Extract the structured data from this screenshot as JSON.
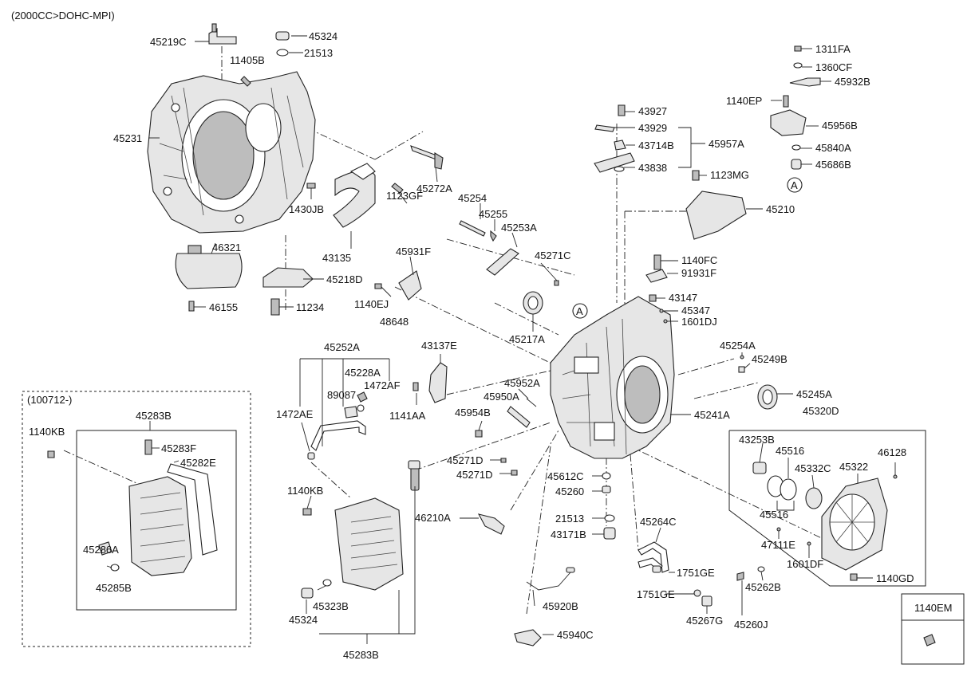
{
  "header": {
    "engine_spec": "(2000CC>DOHC-MPI)"
  },
  "labels": {
    "p45219C": "45219C",
    "p45324a": "45324",
    "p21513a": "21513",
    "p11405B": "11405B",
    "p45231": "45231",
    "p1430JB": "1430JB",
    "p1123GF": "1123GF",
    "p45272A": "45272A",
    "p43135": "43135",
    "p46321": "46321",
    "p45218D": "45218D",
    "p46155": "46155",
    "p11234": "11234",
    "p45254": "45254",
    "p45255": "45255",
    "p45253A": "45253A",
    "p45931F": "45931F",
    "p1140EJ": "1140EJ",
    "p48648": "48648",
    "p45271C": "45271C",
    "p43927": "43927",
    "p43929": "43929",
    "p43714B": "43714B",
    "p43838": "43838",
    "p45957A": "45957A",
    "p1123MG": "1123MG",
    "p45210": "45210",
    "p1311FA": "1311FA",
    "p1360CF": "1360CF",
    "p45932B": "45932B",
    "p1140EP": "1140EP",
    "p45956B": "45956B",
    "p45840A": "45840A",
    "p45686B": "45686B",
    "p1140FC": "1140FC",
    "p91931F": "91931F",
    "p43147": "43147",
    "p45347": "45347",
    "p1601DJ": "1601DJ",
    "p45217A": "45217A",
    "p45254A": "45254A",
    "p45249B": "45249B",
    "p45245A": "45245A",
    "p45241A": "45241A",
    "p45320D": "45320D",
    "p43253B": "43253B",
    "p45516a": "45516",
    "p45332C": "45332C",
    "p45322": "45322",
    "p46128": "46128",
    "p45516b": "45516",
    "p47111E": "47111E",
    "p1601DF": "1601DF",
    "p1140GD": "1140GD",
    "p45262B": "45262B",
    "p45260J": "45260J",
    "p45264C": "45264C",
    "p1751GEa": "1751GE",
    "p1751GEb": "1751GE",
    "p45267G": "45267G",
    "p45612C": "45612C",
    "p45260": "45260",
    "p21513b": "21513",
    "p43171B": "43171B",
    "p45952A": "45952A",
    "p45950A": "45950A",
    "p45954B": "45954B",
    "p45271Da": "45271D",
    "p45271Db": "45271D",
    "p46210A": "46210A",
    "p45920B": "45920B",
    "p45940C": "45940C",
    "p43137E": "43137E",
    "p1141AA": "1141AA",
    "p45252A": "45252A",
    "p45228A": "45228A",
    "p89087": "89087",
    "p1472AF": "1472AF",
    "p1472AE": "1472AE",
    "p1140KBb": "1140KB",
    "p45323B": "45323B",
    "p45324b": "45324",
    "p45283Bb": "45283B",
    "p100712": "(100712-)",
    "p45283Ba": "45283B",
    "p1140KBa": "1140KB",
    "p45283F": "45283F",
    "p45282E": "45282E",
    "p45286A": "45286A",
    "p45285B": "45285B",
    "circleA1": "A",
    "circleA2": "A"
  },
  "legend_box": {
    "label": "1140EM"
  },
  "icons": {
    "bolt": "hex-bolt-icon",
    "reference_marker": "circle-letter-marker"
  }
}
